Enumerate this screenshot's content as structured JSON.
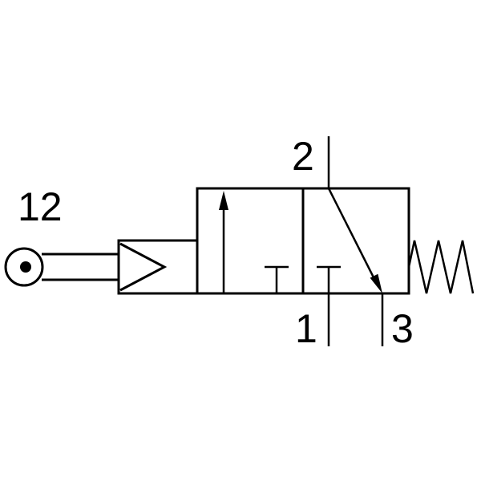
{
  "symbol": {
    "type": "3/2 directional control valve, roller lever actuated, spring return",
    "ports": {
      "pilot": "12",
      "outlet": "2",
      "supply": "1",
      "exhaust": "3"
    },
    "colors": {
      "stroke": "#000000",
      "background": "#ffffff"
    }
  }
}
